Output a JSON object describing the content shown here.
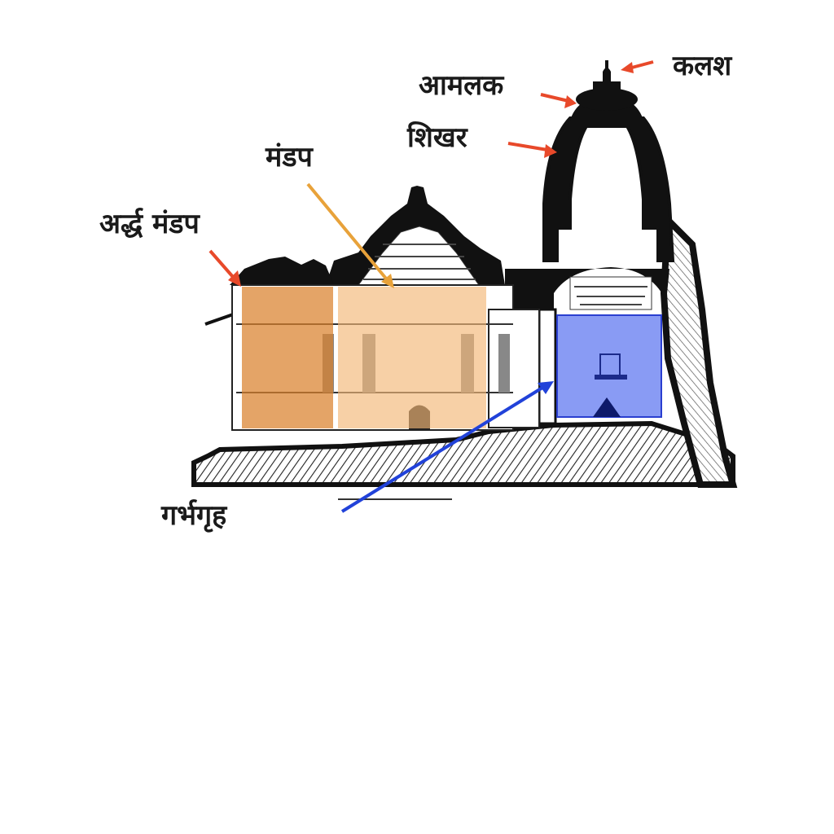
{
  "labels": {
    "kalash": "कलश",
    "amalak": "आमलक",
    "shikhar": "शिखर",
    "mandap": "मंडप",
    "ardh_mandap": "अर्द्ध मंडप",
    "garbhagriha": "गर्भगृह"
  },
  "colors": {
    "arrow_red": "#e8492a",
    "arrow_orange": "#e8a23a",
    "arrow_blue": "#2142d9",
    "mandap_fill": "#f2b777",
    "ardh_mandap_fill": "#d9812c",
    "garbhagriha_fill": "#5b74f0",
    "ink": "#111111"
  }
}
